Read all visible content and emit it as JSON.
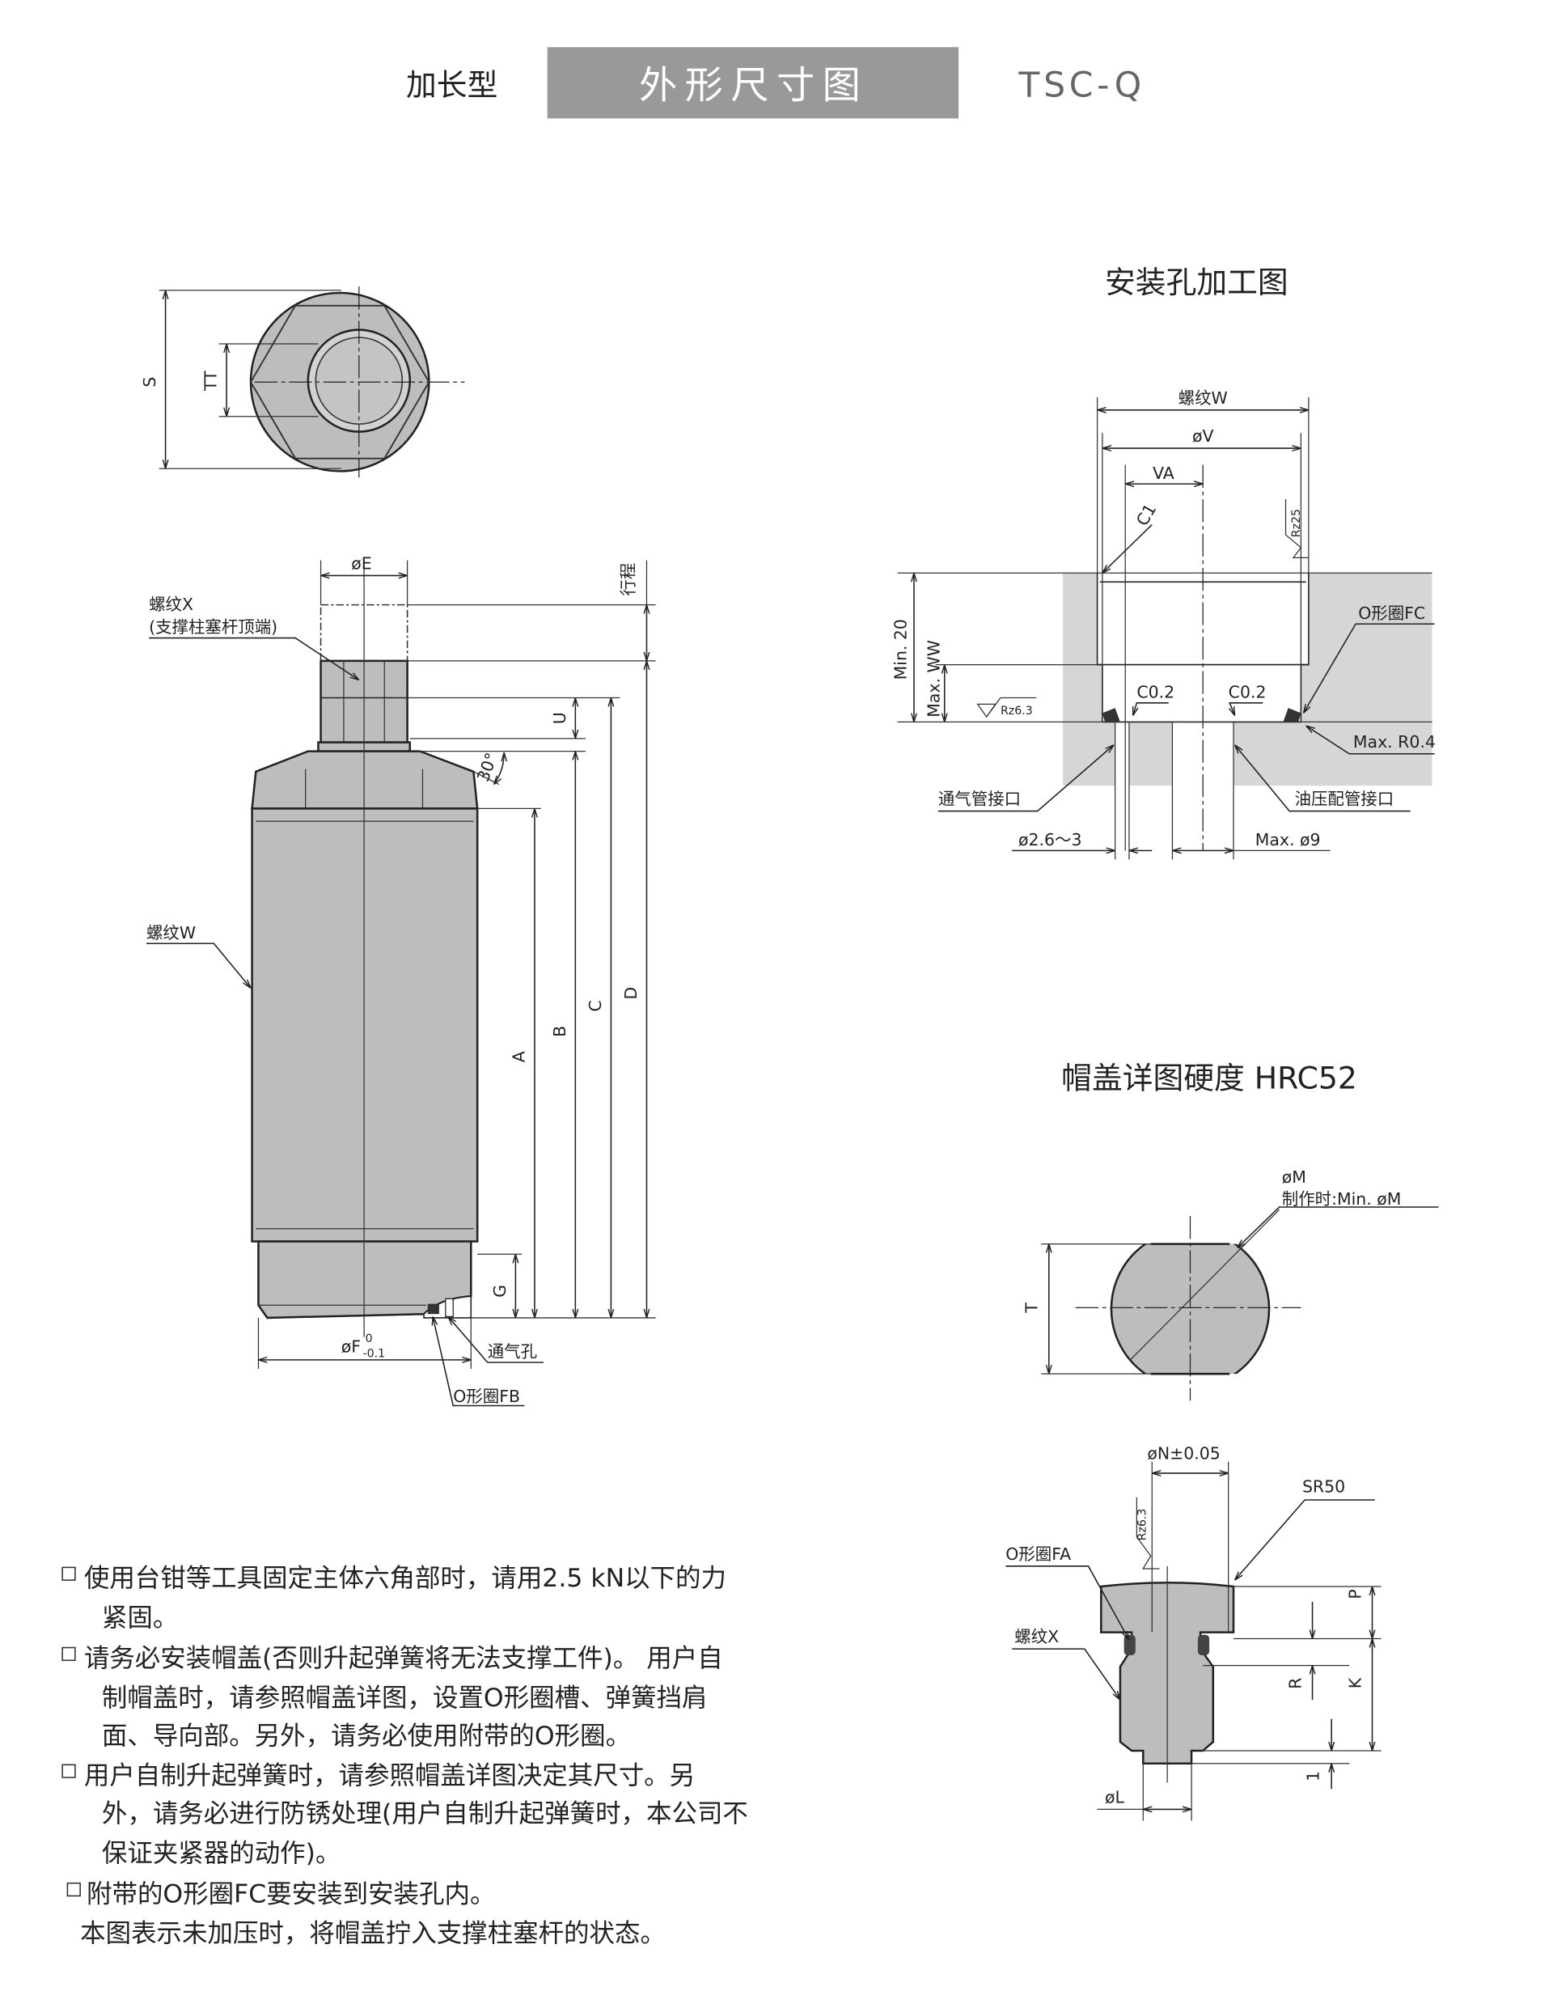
{
  "header": {
    "type_label": "加长型",
    "title": "外形尺寸图",
    "model": "TSC-Q",
    "title_bg": "#999999"
  },
  "main_drawing": {
    "dim_S": "S",
    "dim_TT": "TT",
    "dim_E": "øE",
    "dim_stroke": "行程",
    "label_thread_x": "螺纹X",
    "label_thread_x_note": "(支撑柱塞杆顶端)",
    "dim_U": "U",
    "angle_30": "30°",
    "label_thread_w": "螺纹W",
    "dim_A": "A",
    "dim_B": "B",
    "dim_C": "C",
    "dim_D": "D",
    "dim_G": "G",
    "dim_F": "øF",
    "dim_F_upper_tol": "0",
    "dim_F_lower_tol": "-0.1",
    "label_vent_hole": "通气孔",
    "label_oring_fb": "O形圈FB"
  },
  "mount_hole": {
    "title": "安装孔加工图",
    "thread_w": "螺纹W",
    "dim_V": "øV",
    "dim_VA": "VA",
    "chamfer_c1": "C1",
    "rz25": "Rz25",
    "min_20": "Min. 20",
    "max_ww": "Max. WW",
    "rz63": "Rz6.3",
    "c02_left": "C0.2",
    "c02_right": "C0.2",
    "oring_fc": "O形圈FC",
    "max_r04": "Max. R0.4",
    "vent_port": "通气管接口",
    "hydraulic_port": "油压配管接口",
    "vent_dia": "ø2.6～3",
    "max_dia9": "Max. ø9"
  },
  "cap_detail": {
    "title": "帽盖详图硬度 HRC52",
    "dim_M": "øM",
    "dim_M_note": "制作时:Min. øM",
    "dim_T": "T",
    "dim_N": "øN±0.05",
    "sr50": "SR50",
    "rz63": "Rz6.3",
    "oring_fa": "O形圈FA",
    "thread_x": "螺纹X",
    "dim_P": "P",
    "dim_R": "R",
    "dim_K": "K",
    "dim_1": "1",
    "dim_L": "øL"
  },
  "notes": {
    "items": [
      {
        "lines": [
          "使用台钳等工具固定主体六角部时，请用2.5  kN以下的力",
          "紧固。"
        ]
      },
      {
        "lines": [
          "请务必安装帽盖(否则升起弹簧将无法支撑工件)。  用户自",
          "制帽盖时，请参照帽盖详图，设置O形圈槽、弹簧挡肩",
          "面、导向部。另外，请务必使用附带的O形圈。"
        ]
      },
      {
        "lines": [
          "用户自制升起弹簧时，请参照帽盖详图决定其尺寸。另",
          "外，请务必进行防锈处理(用户自制升起弹簧时，本公司不",
          "保证夹紧器的动作)。"
        ]
      },
      {
        "lines": [
          "附带的O形圈FC要安装到安装孔内。"
        ]
      }
    ],
    "footer": "本图表示未加压时，将帽盖拧入支撑柱塞杆的状态。"
  }
}
